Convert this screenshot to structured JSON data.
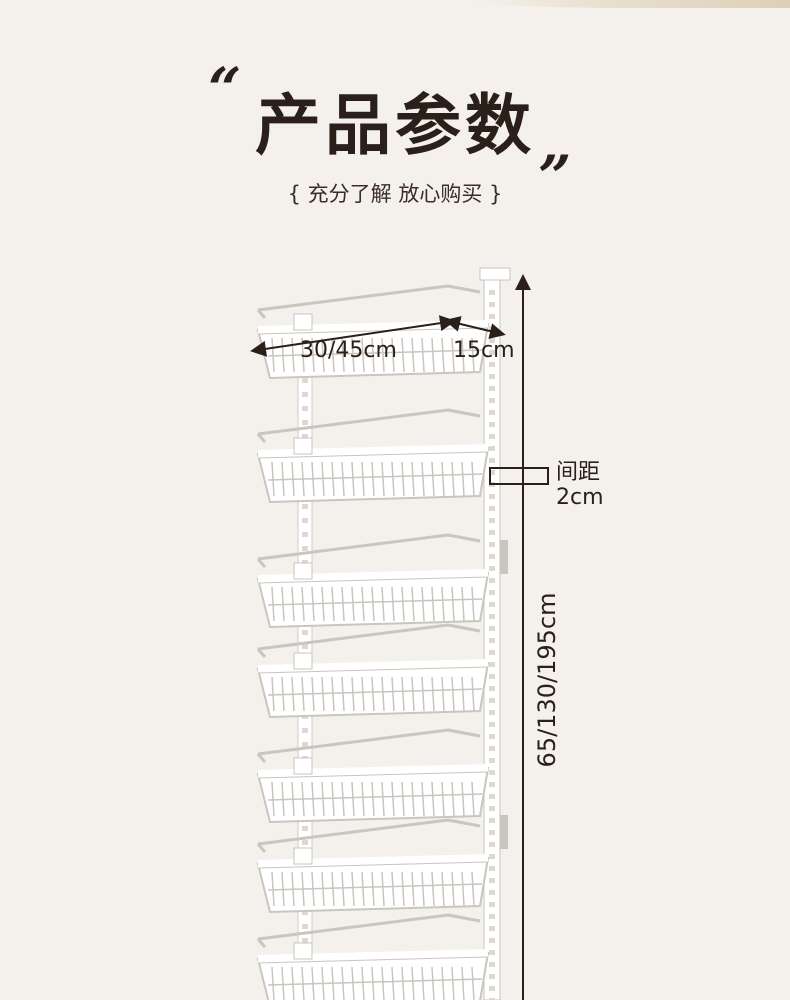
{
  "header": {
    "title": "产品参数",
    "subtitle": "{ 充分了解 放心购买 }",
    "quote_open": "“",
    "quote_close": "”"
  },
  "dimensions": {
    "width": "30/45cm",
    "depth": "15cm",
    "spacing_line1": "间距",
    "spacing_line2": "2cm",
    "height": "65/130/195cm"
  },
  "colors": {
    "background": "#f4f1ec",
    "text": "#2b1f19",
    "rack": "#ffffff",
    "rack_outline": "#c9c5bf"
  }
}
